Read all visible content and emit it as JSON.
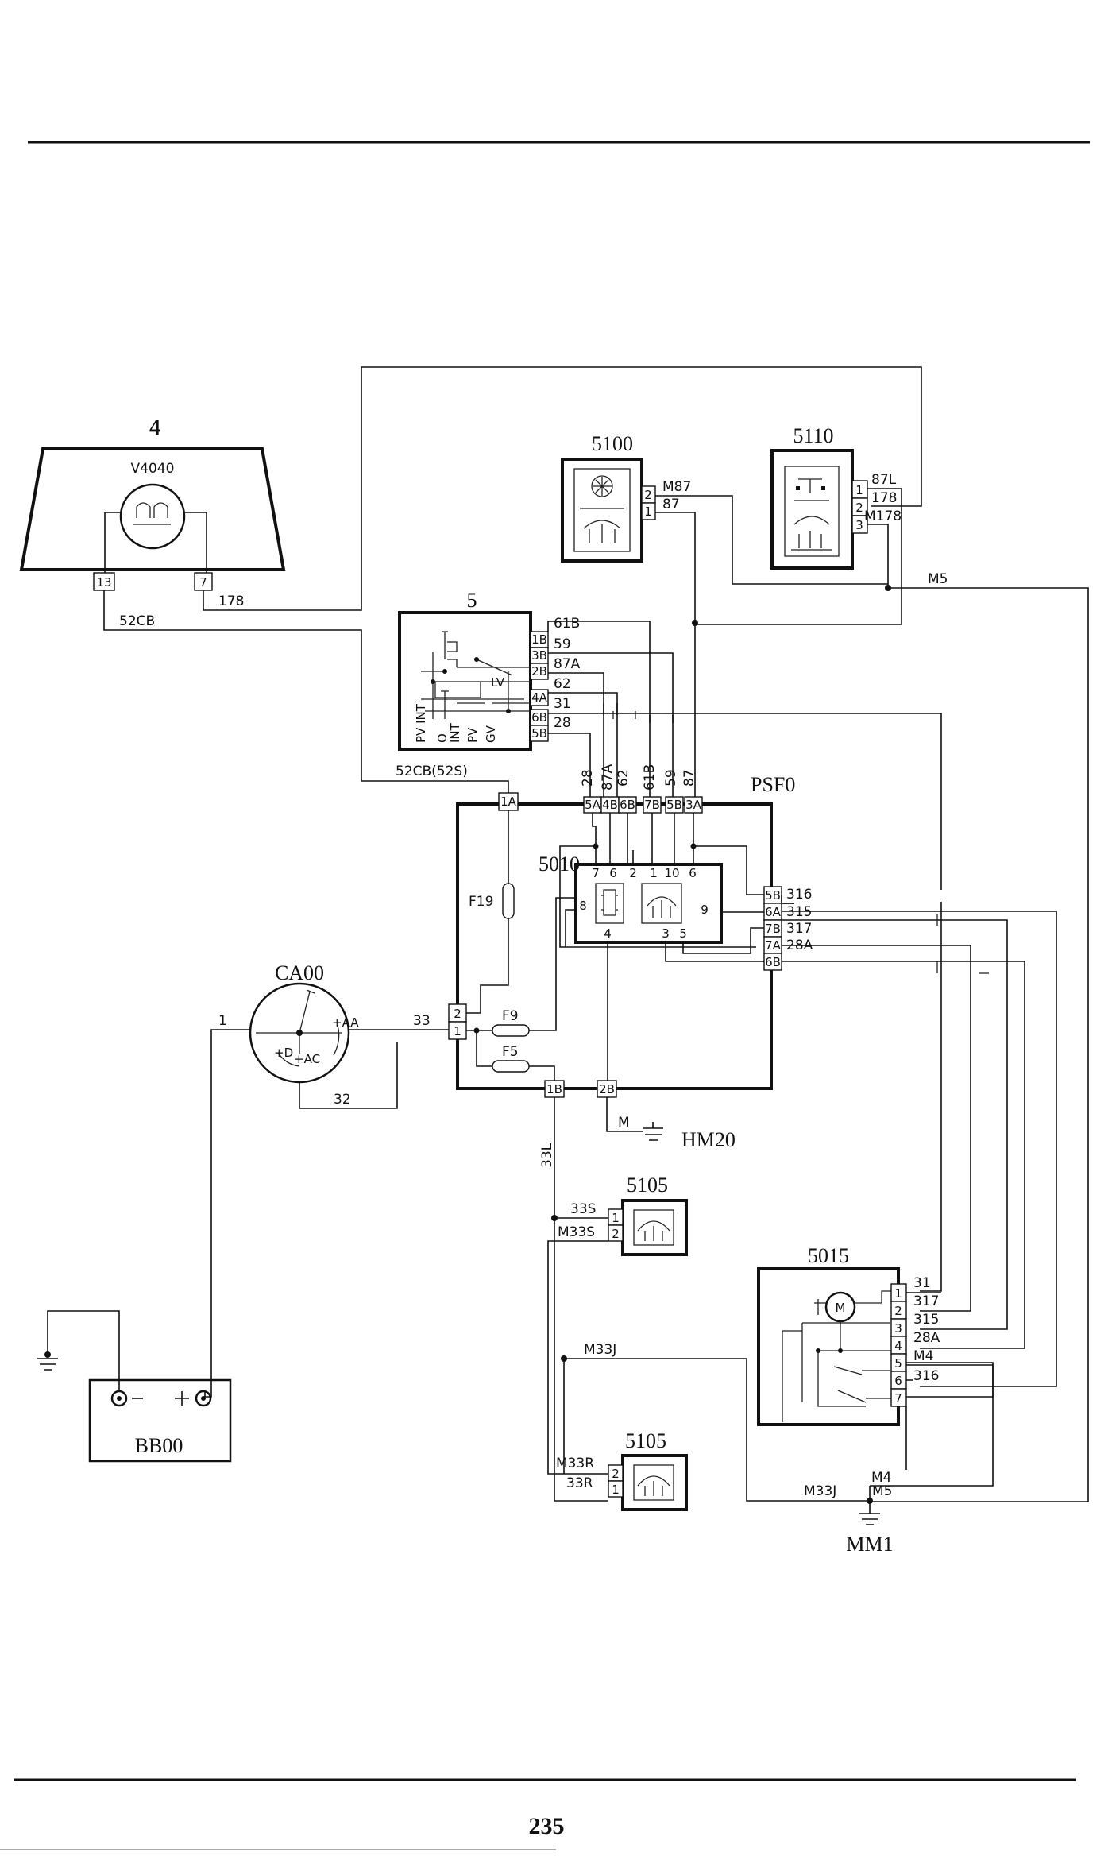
{
  "page_number": "235",
  "components": {
    "n4": {
      "id": "4",
      "sub": "V4040"
    },
    "n5": {
      "id": "5"
    },
    "n5100": {
      "id": "5100"
    },
    "n5110": {
      "id": "5110"
    },
    "psf0": {
      "id": "PSF0"
    },
    "n5010": {
      "id": "5010"
    },
    "ca00": {
      "id": "CA00"
    },
    "hm20": {
      "id": "HM20"
    },
    "n5105a": {
      "id": "5105"
    },
    "n5105b": {
      "id": "5105"
    },
    "n5015": {
      "id": "5015"
    },
    "bb00": {
      "id": "BB00"
    },
    "mm1": {
      "id": "MM1"
    }
  },
  "pins": {
    "v4040": [
      "13",
      "7"
    ],
    "n5100": [
      "2",
      "1"
    ],
    "n5110": [
      "1",
      "2",
      "3"
    ],
    "n5": [
      "1B",
      "3B",
      "2B",
      "4A",
      "6B",
      "5B"
    ],
    "psf0_top": [
      "5A",
      "4B",
      "6B",
      "7B",
      "5B",
      "3A"
    ],
    "psf0_1a": "1A",
    "psf0_right": [
      "5B",
      "6A",
      "7B",
      "7A",
      "6B"
    ],
    "psf0_left": [
      "2",
      "1"
    ],
    "psf0_bottom": [
      "1B",
      "2B"
    ],
    "n5010_top": [
      "7",
      "6",
      "2",
      "1",
      "10",
      "6"
    ],
    "n5010_left": "8",
    "n5010_right": "9",
    "n5010_bottom": [
      "4",
      "3",
      "5"
    ],
    "n5105a": [
      "1",
      "2"
    ],
    "n5105b": [
      "2",
      "1"
    ],
    "n5015": [
      "1",
      "2",
      "3",
      "4",
      "5",
      "6",
      "7"
    ],
    "ca00": [
      "+AA",
      "+D",
      "+AC"
    ],
    "n5_bottom": [
      "PV INT",
      "O",
      "INT",
      "PV",
      "GV"
    ],
    "n5_lv": "LV",
    "fuses": [
      "F19",
      "F9",
      "F5"
    ]
  },
  "wires": {
    "w178_top": "178",
    "w52cb": "52CB",
    "w52cb52s": "52CB(52S)",
    "wm87": "M87",
    "w87": "87",
    "w87l": "87L",
    "w178_5110": "178",
    "wm178": "M178",
    "wm5_top": "M5",
    "w61b": "61B",
    "w59": "59",
    "w87a": "87A",
    "w62": "62",
    "w31": "31",
    "w28": "28",
    "v28": "28",
    "v87a": "87A",
    "v62": "62",
    "v61b": "61B",
    "v59": "59",
    "v87": "87",
    "w316": "316",
    "w315": "315",
    "w317": "317",
    "w28a": "28A",
    "w33": "33",
    "w1": "1",
    "w32": "32",
    "w_m": "M",
    "w33l": "33L",
    "w33s": "33S",
    "wm33s": "M33S",
    "wm33j": "M33J",
    "wm33r": "M33R",
    "w33r": "33R",
    "m15_31": "31",
    "m15_317": "317",
    "m15_315": "315",
    "m15_28a": "28A",
    "m15_m4": "M4",
    "m15_316": "316",
    "w_m4_bot": "M4",
    "w_m33j_bot": "M33J",
    "w_m5_bot": "M5"
  }
}
